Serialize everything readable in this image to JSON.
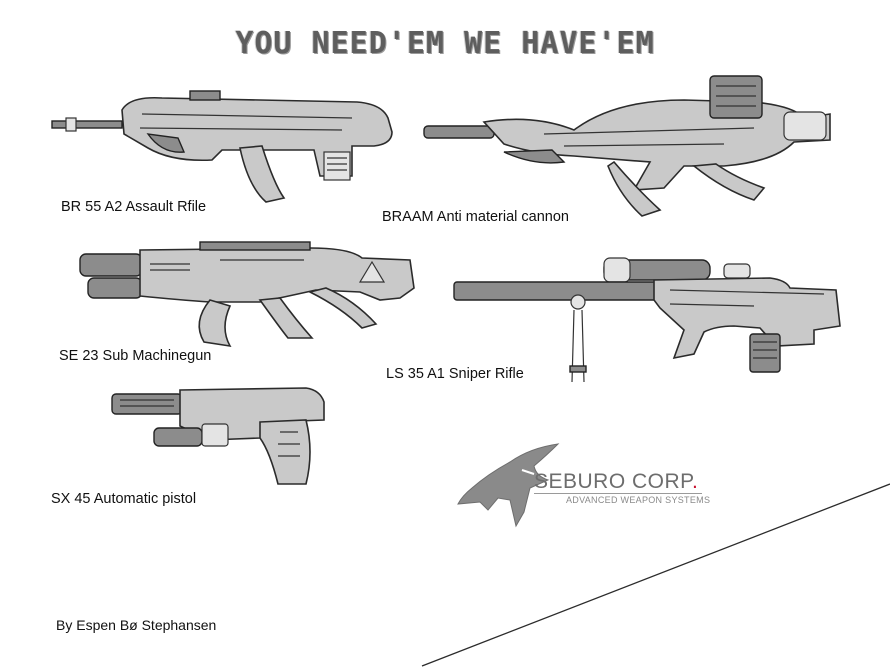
{
  "title": "YOU NEED'EM WE HAVE'EM",
  "weapons": [
    {
      "label": "BR 55 A2 Assault Rfile",
      "icon": "assault-rifle-icon"
    },
    {
      "label": "BRAAM Anti material cannon",
      "icon": "anti-material-cannon-icon"
    },
    {
      "label": "SE 23 Sub Machinegun",
      "icon": "sub-machinegun-icon"
    },
    {
      "label": "LS 35 A1 Sniper Rifle",
      "icon": "sniper-rifle-icon"
    },
    {
      "label": "SX 45 Automatic pistol",
      "icon": "automatic-pistol-icon"
    }
  ],
  "corp": {
    "name": "SEBURO CORP",
    "dot": ".",
    "subtitle": "ADVANCED WEAPON SYSTEMS",
    "logo_icon": "wolf-head-logo-icon",
    "accent_color": "#c8102e"
  },
  "credit": "By Espen Bø Stephansen"
}
